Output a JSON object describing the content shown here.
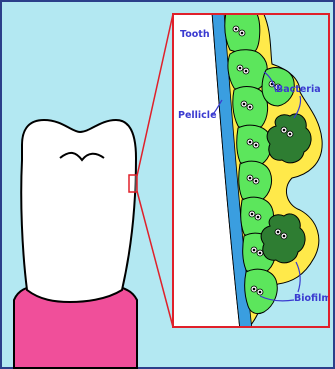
{
  "labels": {
    "tooth": "Tooth",
    "pellicle": "Pellicle",
    "bacteria": "Bacteria",
    "biofilm": "Biofilm"
  },
  "colors": {
    "background": "#b3e8f2",
    "frame": "#2b3f8a",
    "inset_border": "#e0202a",
    "tooth": "#ffffff",
    "gum": "#f04f9a",
    "pellicle": "#3a9ee0",
    "biofilm_matrix": "#ffe94a",
    "bacteria_light": "#5ce65c",
    "bacteria_dark": "#2e7d32",
    "label_text": "#3a3ad0"
  }
}
